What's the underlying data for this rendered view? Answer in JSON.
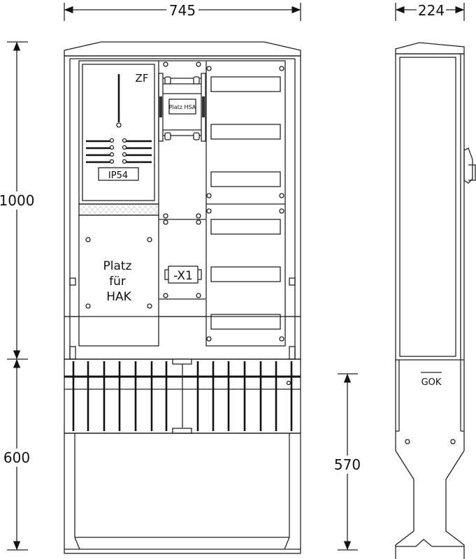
{
  "dimensions": {
    "width": "745",
    "depth": "224",
    "height_upper": "1000",
    "height_lower": "600",
    "height_foot": "570"
  },
  "labels": {
    "meter": "ZF",
    "ip": "IP54",
    "hsa": "Platz HSA",
    "hak_line1": "Platz",
    "hak_line2": "für",
    "hak_line3": "HAK",
    "terminal": "-X1",
    "ground": "GOK"
  },
  "colors": {
    "line": "#222222",
    "background": "#ffffff"
  }
}
